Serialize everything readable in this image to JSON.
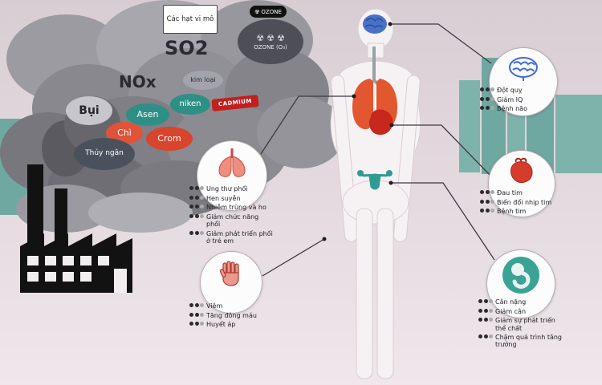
{
  "pollutants": {
    "particles_box": "Các hạt vi mô",
    "ozone_badge": "OZONE",
    "ozone_cloud_label": "OZONE (O₃)",
    "so2": "SO2",
    "nox": "NOx",
    "bui": "Bụi",
    "asen": "Asen",
    "niken": "niken",
    "chi": "Chì",
    "crom": "Crom",
    "thuy_ngan": "Thủy ngân",
    "kim_loai": "kim loại",
    "cadmium": "CADMIUM"
  },
  "radioactive_symbol": "☢",
  "callouts": {
    "lungs": {
      "items": [
        "Ung thư phổi",
        "Hen suyễn",
        "Nhiễm trùng và ho",
        "Giảm chức năng phổi",
        "Giảm phát triển phổi ở trẻ em"
      ]
    },
    "blood": {
      "items": [
        "Viêm",
        "Tăng đông máu",
        "Huyết áp"
      ]
    },
    "brain": {
      "items": [
        "Đột quỵ",
        "Giảm IQ",
        "Bệnh não"
      ]
    },
    "heart": {
      "items": [
        "Đau tim",
        "Biến đổi nhịp tim",
        "Bệnh tim"
      ]
    },
    "fetus": {
      "items": [
        "Cân nặng",
        "Giảm cân",
        "Giảm sự phát triển thể chất",
        "Chậm quá trình tăng trưởng"
      ]
    }
  },
  "colors": {
    "teal_label": "#2e8f86",
    "red_label": "#d8442c",
    "cadmium_red": "#c21f1f",
    "slate_label": "#49525c",
    "smoke_dark": "#4e4e56",
    "skyline_teal": "#6fa8a0",
    "body": "#f6f2f4",
    "brain_blue": "#4a71c8",
    "lung_orange": "#e2572f",
    "heart_red": "#c6281e",
    "uterus_teal": "#2f9b92"
  }
}
